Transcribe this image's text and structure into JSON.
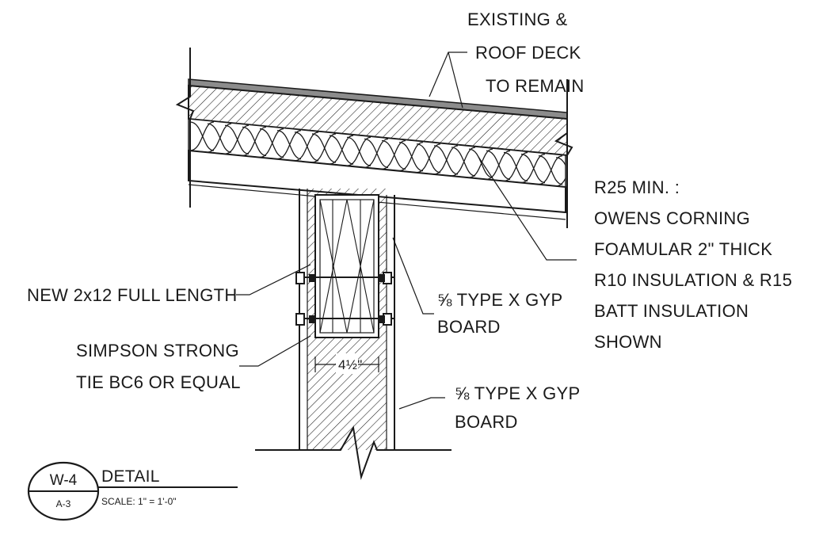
{
  "notes": {
    "roof_deck": [
      "EXISTING &",
      "ROOF DECK",
      "TO REMAIN"
    ],
    "insulation": [
      "R25 MIN. :",
      "OWENS CORNING",
      "FOAMULAR 2\" THICK",
      "R10 INSULATION & R15",
      "BATT INSULATION",
      "SHOWN"
    ],
    "new_member": "NEW 2x12 FULL LENGTH",
    "gyp_upper": [
      "⅝ TYPE X GYP",
      "BOARD"
    ],
    "connector": [
      "SIMPSON STRONG",
      "TIE BC6 OR EQUAL"
    ],
    "gyp_lower": [
      "⅝ TYPE X GYP",
      "BOARD"
    ],
    "dimension": "4½\""
  },
  "title_block": {
    "detail_id": "W-4",
    "sheet": "A-3",
    "title": "DETAIL",
    "scale": "SCALE: 1\" = 1'-0\""
  },
  "colors": {
    "line": "#1a1a1a",
    "background": "#ffffff",
    "deck_fill": "#8c8c8c"
  }
}
